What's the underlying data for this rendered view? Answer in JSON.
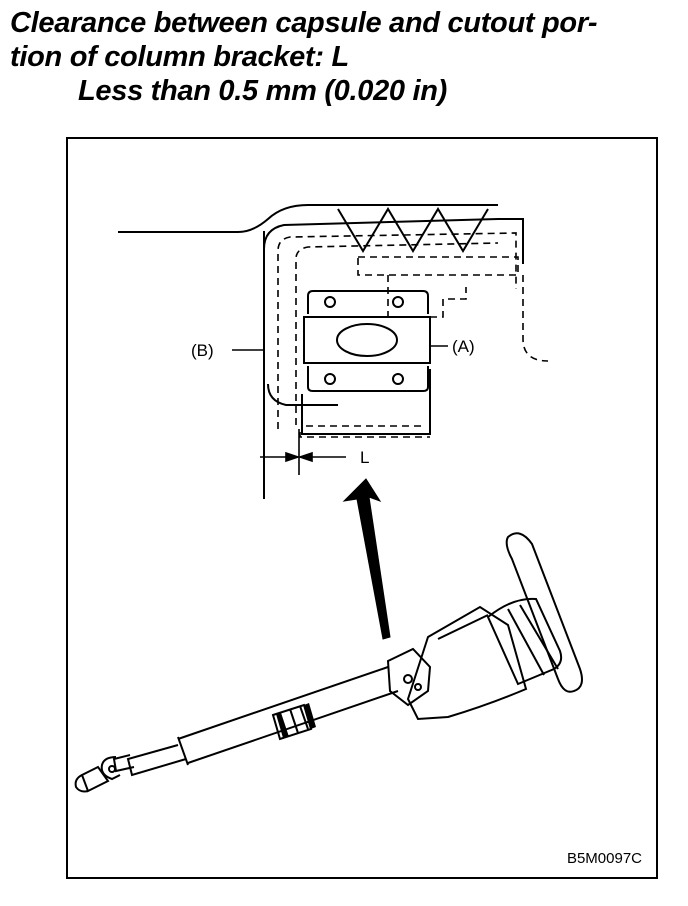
{
  "heading": {
    "line1": "Clearance between capsule and cutout por-",
    "line2": "tion of column bracket: L",
    "line3": "Less than 0.5 mm (0.020 in)"
  },
  "figure": {
    "label_a": "(A)",
    "label_b": "(B)",
    "label_l": "L",
    "ref_code": "B5M0097C"
  }
}
